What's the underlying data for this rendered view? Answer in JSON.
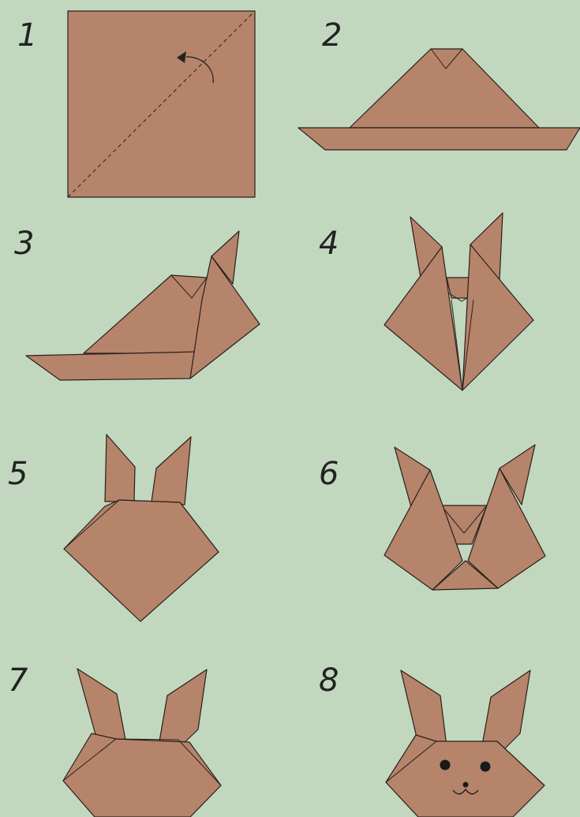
{
  "steps": [
    {
      "label": "1"
    },
    {
      "label": "2"
    },
    {
      "label": "3"
    },
    {
      "label": "4"
    },
    {
      "label": "5"
    },
    {
      "label": "6"
    },
    {
      "label": "7"
    },
    {
      "label": "8"
    }
  ],
  "colors": {
    "background": "#c1d8bf",
    "paper": "#b5846b",
    "outline": "#2a1f1a"
  },
  "icons": {
    "fold_arrow": "curved-arrow-icon",
    "fold_line": "dashed-fold-line"
  }
}
